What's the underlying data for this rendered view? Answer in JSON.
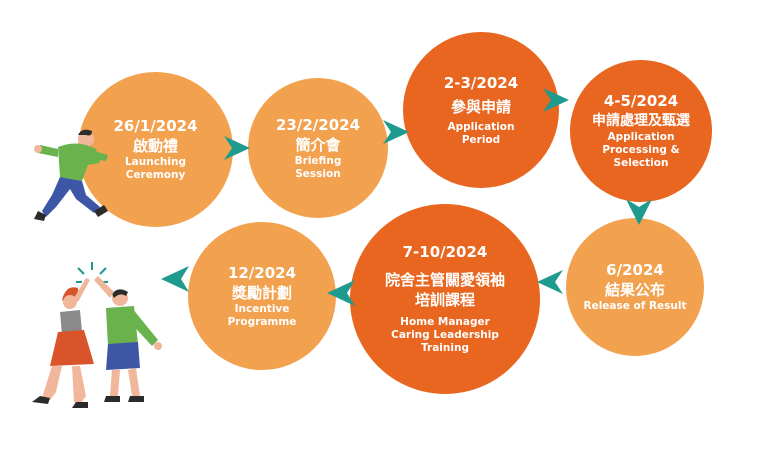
{
  "colors": {
    "light_orange": "#f2a14e",
    "dark_orange": "#e8661f",
    "arrow_teal": "#1f9a8f"
  },
  "steps": [
    {
      "date": "26/1/2024",
      "zh": "啟動禮",
      "en": [
        "Launching",
        "Ceremony"
      ]
    },
    {
      "date": "23/2/2024",
      "zh": "簡介會",
      "en": [
        "Briefing",
        "Session"
      ]
    },
    {
      "date": "2-3/2024",
      "zh": "參與申請",
      "en": [
        "Application",
        "Period"
      ]
    },
    {
      "date": "4-5/2024",
      "zh": "申請處理及甄選",
      "en": [
        "Application",
        "Processing &",
        "Selection"
      ]
    },
    {
      "date": "6/2024",
      "zh": "結果公布",
      "en": [
        "Release of Result"
      ]
    },
    {
      "date": "7-10/2024",
      "zh": [
        "院舍主管關愛領袖",
        "培訓課程"
      ],
      "en": [
        "Home Manager",
        "Caring  Leadership",
        "Training"
      ]
    },
    {
      "date": "12/2024",
      "zh": "獎勵計劃",
      "en": [
        "Incentive",
        "Programme"
      ]
    }
  ],
  "illustrations": [
    "running-person",
    "high-five-couple"
  ]
}
